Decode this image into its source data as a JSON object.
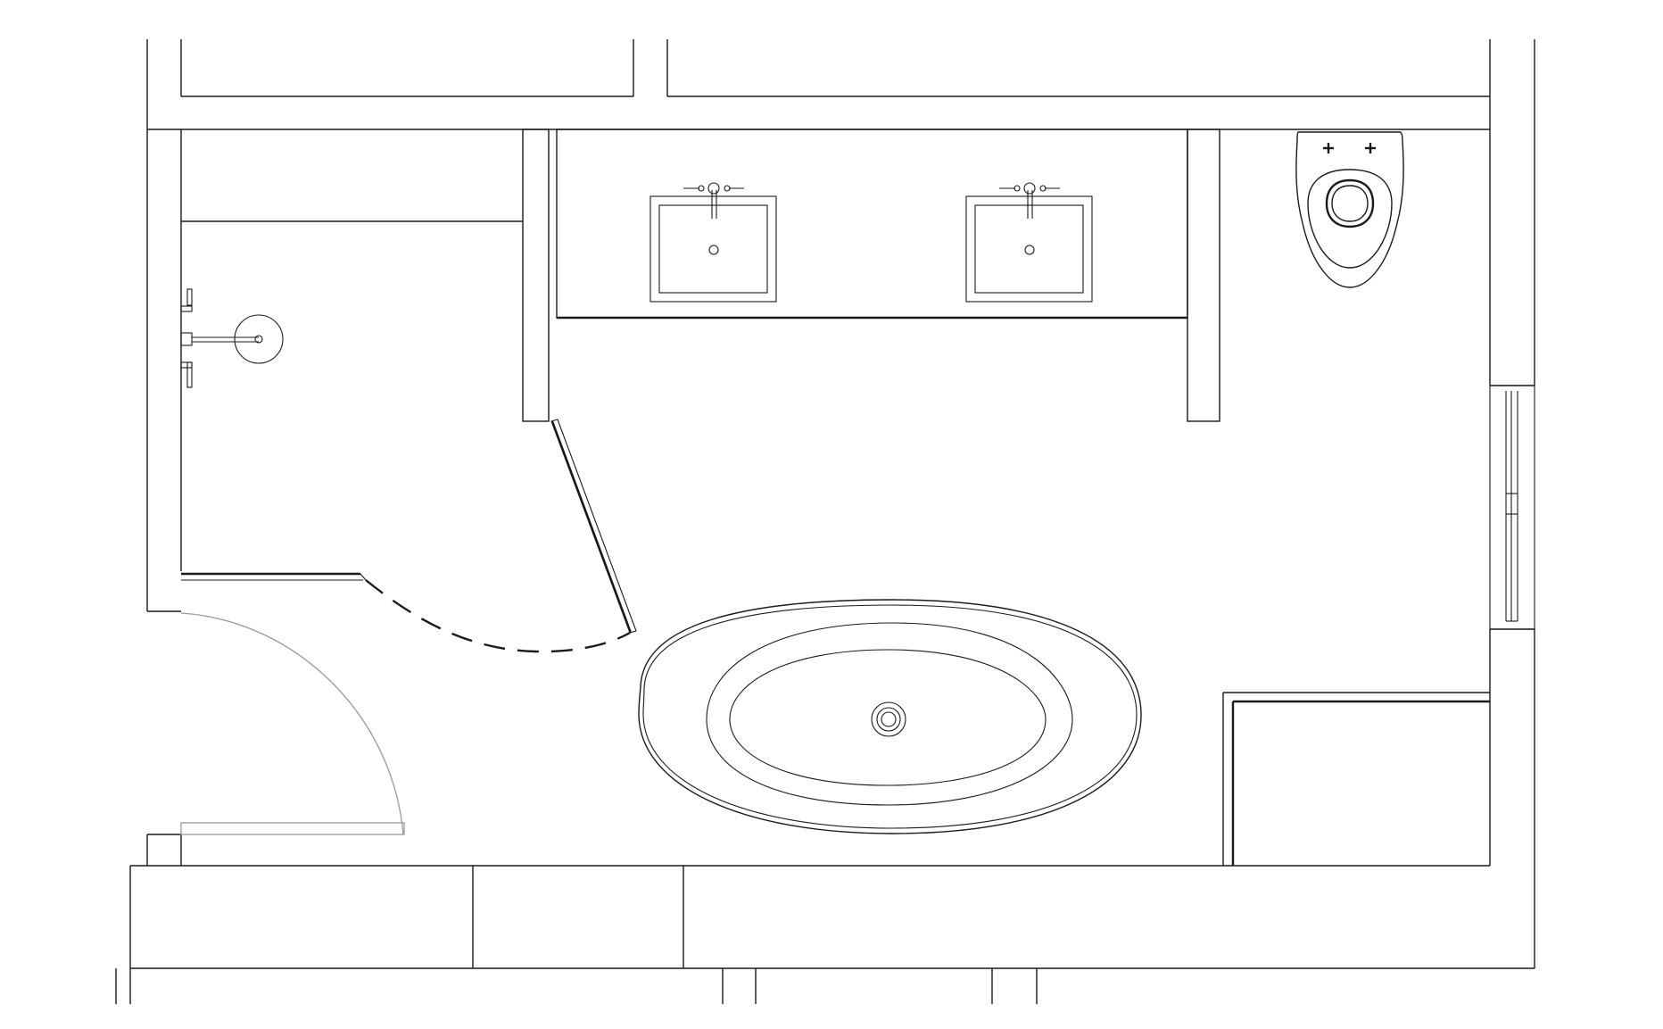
{
  "colors": {
    "background": "#ffffff",
    "line": "#1a1a1a",
    "faint": "#9a9a9a"
  },
  "fixtures": [
    "wall-hung-toilet",
    "double-vanity",
    "freestanding-bathtub",
    "walk-in-shower",
    "entry-door",
    "window"
  ]
}
